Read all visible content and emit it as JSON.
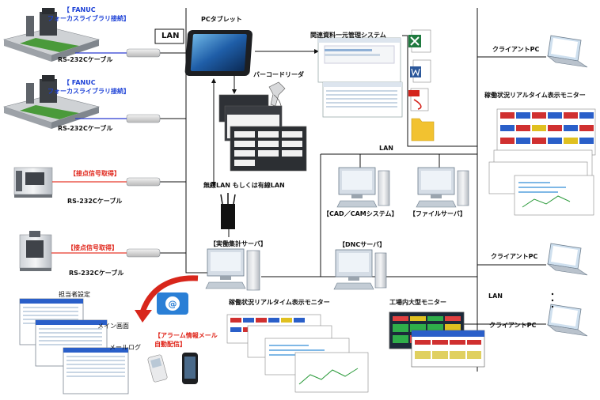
{
  "machines": {
    "fanuc1_title": "【 FANUC\nフォーカスライブラリ接続】",
    "fanuc1_l1": "【 FANUC",
    "fanuc1_l2": "フォーカスライブラリ接続】",
    "fanuc2_l1": "【 FANUC",
    "fanuc2_l2": "フォーカスライブラリ接続】",
    "contact1": "【接点信号取得】",
    "contact2": "【接点信号取得】",
    "cable": "RS-232Cケーブル"
  },
  "network": {
    "lan_box": "LAN",
    "lan_mid": "LAN",
    "lan_right": "LAN",
    "wireless": "無線LAN  もしくは有線LAN"
  },
  "devices": {
    "pc_tablet": "PCタブレット",
    "barcode": "バーコードリーダ",
    "doc_system": "関連資料一元管理システム",
    "aggregation_server": "【実働集計サーバ】",
    "cad_cam": "【CAD／CAMシステム】",
    "file_server": "【ファイルサーバ】",
    "dnc_server": "【DNCサーバ】",
    "client_pc": "クライアントPC",
    "monitor_right": "稼働状況リアルタイム表示モニター",
    "monitor_bottom": "稼働状況リアルタイム表示モニター",
    "big_monitor": "工場内大型モニター"
  },
  "software": {
    "assignee": "担当者設定",
    "main_screen": "メイン画面",
    "mail_log": "メールログ",
    "alarm_l1": "【アラーム情報メール",
    "alarm_l2": "自動配信】"
  },
  "colors": {
    "line": "#111111",
    "fanuc_blue": "#1a3fd6",
    "contact_red": "#e0261b",
    "cable_blue": "#2b3bd0",
    "cable_red": "#e6392b",
    "alarm_red": "#e0261b",
    "excel": "#1f7a3f",
    "word": "#2b579a",
    "pdf": "#d4231b",
    "folder": "#f2c230"
  },
  "icons": [
    "machining-center-icon",
    "lathe-icon",
    "converter-box-icon",
    "tablet-icon",
    "laptop-icon",
    "desktop-pc-icon",
    "server-tower-icon",
    "router-icon",
    "barcode-scanner-icon",
    "excel-icon",
    "word-icon",
    "pdf-icon",
    "folder-icon",
    "email-icon",
    "flip-phone-icon",
    "smartphone-icon"
  ]
}
